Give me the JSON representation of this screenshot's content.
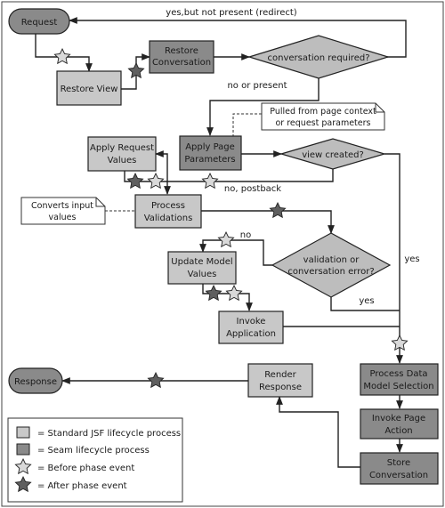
{
  "nodes": {
    "request": "Request",
    "restore_view": "Restore View",
    "restore_conversation": [
      "Restore",
      "Conversation"
    ],
    "conversation_required": "conversation required?",
    "apply_page_parameters": [
      "Apply Page",
      "Parameters"
    ],
    "apply_request_values": [
      "Apply Request",
      "Values"
    ],
    "view_created": "view created?",
    "process_validations": [
      "Process",
      "Validations"
    ],
    "validation_error": [
      "validation or",
      "conversation error?"
    ],
    "update_model_values": [
      "Update Model",
      "Values"
    ],
    "invoke_application": [
      "Invoke",
      "Application"
    ],
    "process_data_model_selection": [
      "Process Data",
      "Model Selection"
    ],
    "invoke_page_action": [
      "Invoke Page",
      "Action"
    ],
    "store_conversation": [
      "Store",
      "Conversation"
    ],
    "render_response": [
      "Render",
      "Response"
    ],
    "response": "Response"
  },
  "edge_labels": {
    "redirect": "yes,but not present (redirect)",
    "no_or_present": "no or present",
    "no_postback": "no, postback",
    "no": "no",
    "yes_right": "yes",
    "yes_bottom": "yes"
  },
  "notes": {
    "pulled_from": [
      "Pulled from page context",
      "or request parameters"
    ],
    "converts_input": [
      "Converts input",
      "values"
    ]
  },
  "legend": {
    "standard_jsf": "= Standard JSF lifecycle process",
    "seam_lifecycle": "= Seam lifecycle process",
    "before_phase": "= Before phase event",
    "after_phase": "= After phase event"
  },
  "colors": {
    "light_box": "#c8c8c8",
    "dark_box": "#8a8a8a",
    "diamond": "#bdbdbd",
    "before_star": "#d9d9d9",
    "after_star": "#5f5f5f",
    "line": "#222222"
  }
}
